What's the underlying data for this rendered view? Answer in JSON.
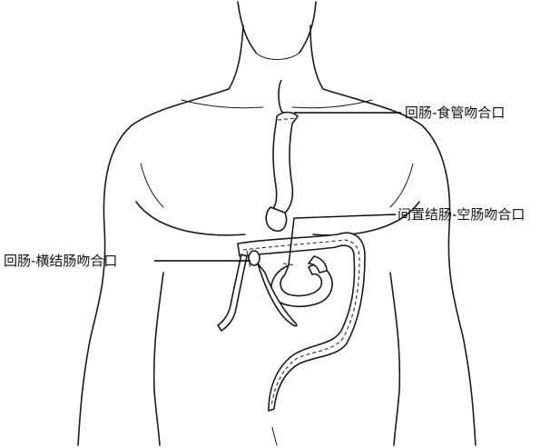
{
  "labels": {
    "ileo_esophageal": "回肠-食管吻合口",
    "interposed_colon_jejunal": "间置结肠-空肠吻合口",
    "ileo_transverse_colon": "回肠-横结肠吻合口"
  }
}
